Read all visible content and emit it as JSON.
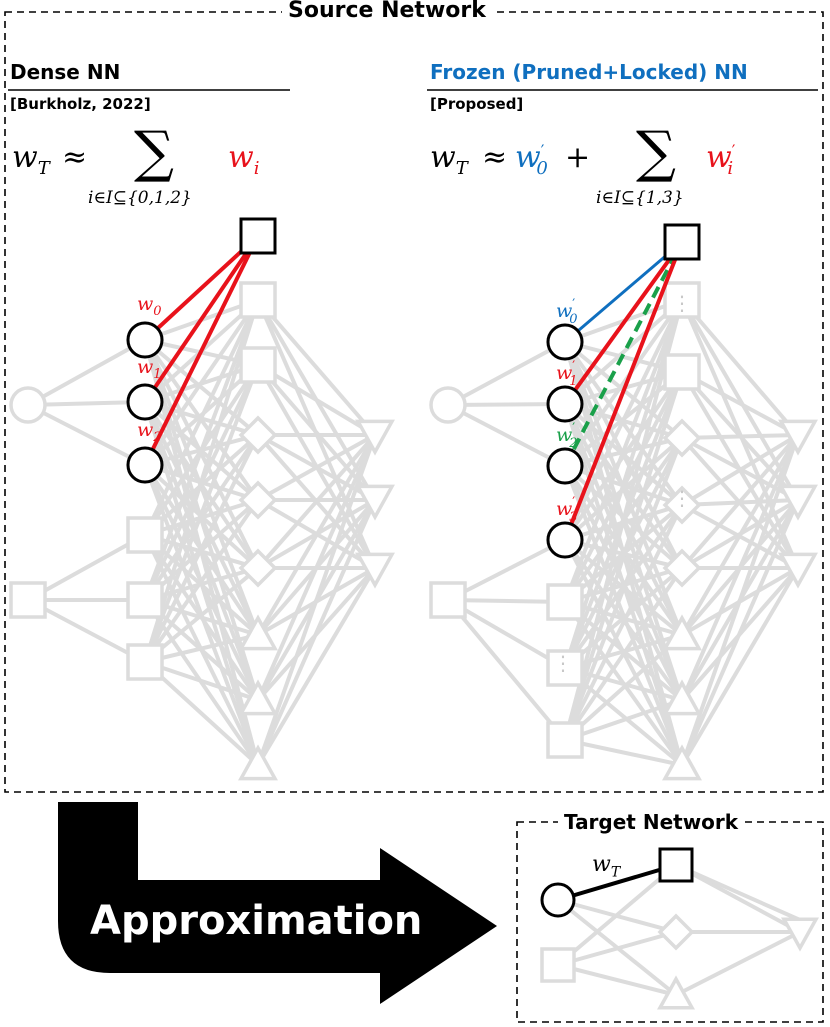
{
  "source_network": {
    "title": "Source Network",
    "left": {
      "title": "Dense NN",
      "citation": "[Burkholz, 2022]",
      "formula": {
        "lhs": "w",
        "lhs_sub": "T",
        "approx": "≈",
        "sigma": "∑",
        "index": "i∈I⊆{0,1,2}",
        "term": "w",
        "term_sub": "i"
      },
      "weights": [
        {
          "sym": "w",
          "sub": "0"
        },
        {
          "sym": "w",
          "sub": "1"
        },
        {
          "sym": "w",
          "sub": "2"
        }
      ]
    },
    "right": {
      "title": "Frozen (Pruned+Locked) NN",
      "citation": "[Proposed]",
      "formula": {
        "lhs": "w",
        "lhs_sub": "T",
        "approx": "≈",
        "first": "w",
        "first_sub": "0",
        "prime": "′",
        "plus": "+",
        "sigma": "∑",
        "index": "i∈I⊆{1,3}",
        "term": "w",
        "term_sub": "i"
      },
      "weights": [
        {
          "sym": "w",
          "sub": "0",
          "prime": "′"
        },
        {
          "sym": "w",
          "sub": "1",
          "prime": "′"
        },
        {
          "sym": "w",
          "sub": "2",
          "prime": "′"
        },
        {
          "sym": "w",
          "sub": "3",
          "prime": "′"
        }
      ],
      "ellipsis": "⋮"
    }
  },
  "arrow": {
    "label": "Approximation"
  },
  "target_network": {
    "title": "Target Network",
    "weight": {
      "sym": "w",
      "sub": "T"
    }
  },
  "colors": {
    "red": "#e8121b",
    "blue": "#0f6fbf",
    "green": "#1aa04a",
    "faint": "#dcdcdc",
    "black": "#000000"
  }
}
